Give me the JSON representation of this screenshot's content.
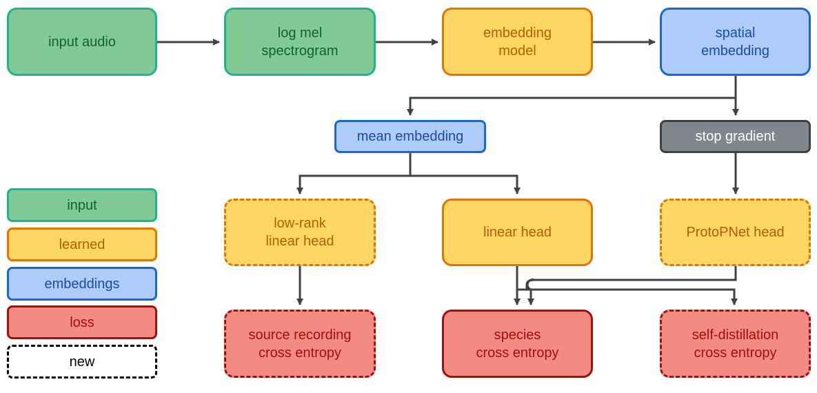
{
  "nodes": {
    "input_audio": "input audio",
    "log_mel": "log mel\nspectrogram",
    "embedding_model": "embedding\nmodel",
    "spatial_embedding": "spatial\nembedding",
    "mean_embedding": "mean embedding",
    "stop_gradient": "stop gradient",
    "low_rank_head": "low-rank\nlinear head",
    "linear_head": "linear head",
    "protopnet_head": "ProtoPNet head",
    "source_recording_ce": "source recording\ncross entropy",
    "species_ce": "species\ncross entropy",
    "self_distillation_ce": "self-distillation\ncross entropy"
  },
  "legend": {
    "input": "input",
    "learned": "learned",
    "embeddings": "embeddings",
    "loss": "loss",
    "new": "new"
  },
  "colors": {
    "input_fill": "#81c995",
    "learned_fill": "#fdd663",
    "embeddings_fill": "#aecbfa",
    "loss_fill": "#f28b82",
    "stop_gradient_fill": "#80868b",
    "new_fill": "#ffffff",
    "arrow": "#424242"
  }
}
